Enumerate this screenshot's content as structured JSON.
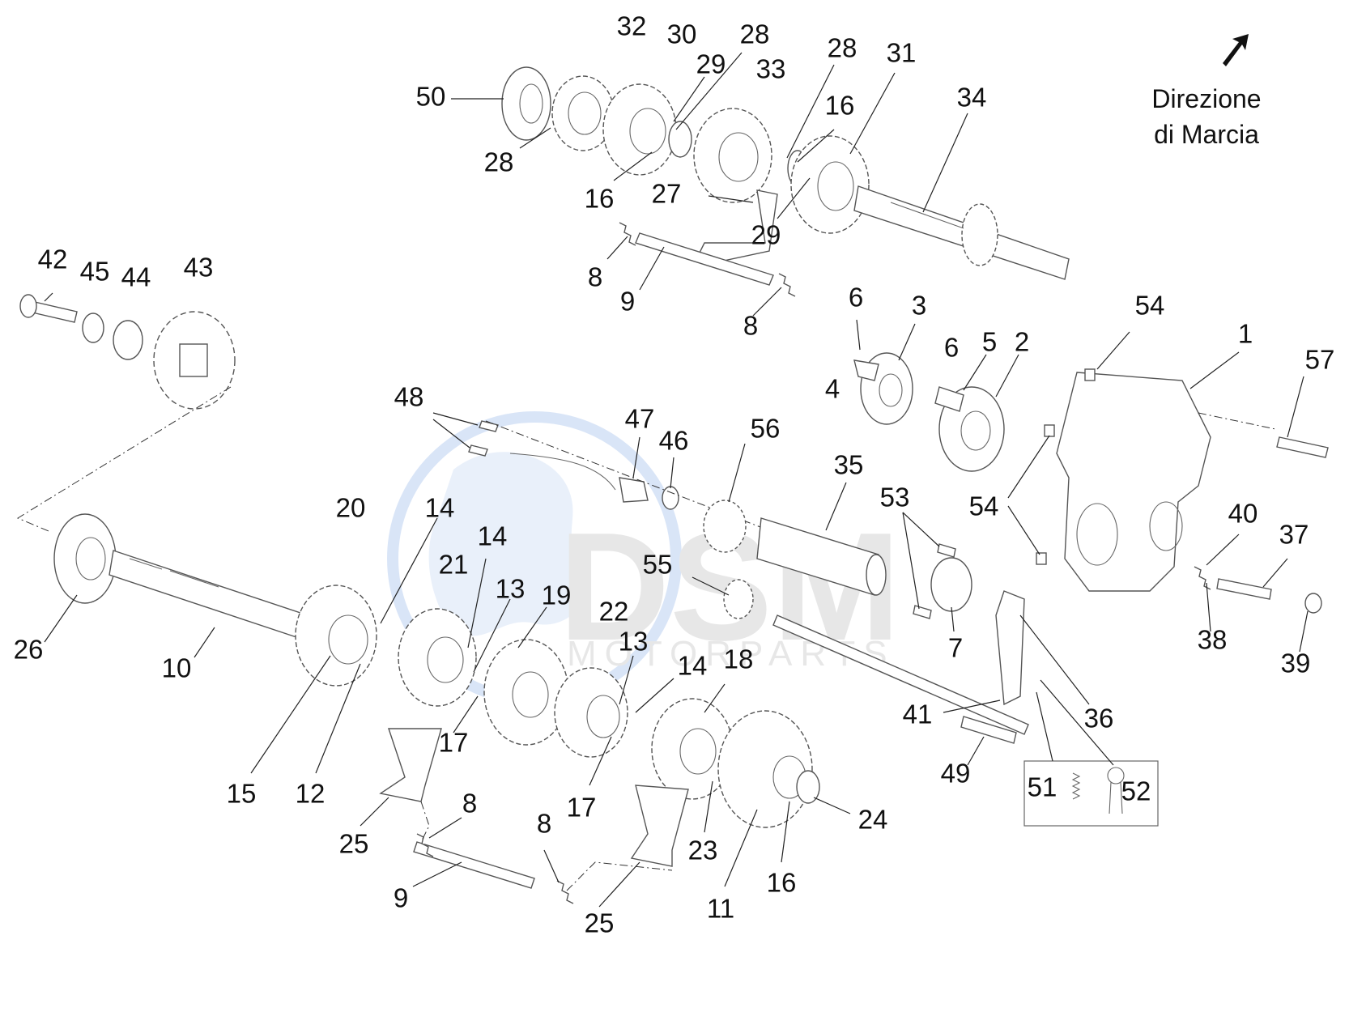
{
  "direction": {
    "line1": "Direzione",
    "line2": "di Marcia"
  },
  "watermark": {
    "logo": "DSM",
    "sub": "MOTORPARTS",
    "ring_color": "#3c78d8",
    "text_color": "#c8c8c8"
  },
  "callouts": [
    {
      "id": "c32",
      "text": "32"
    },
    {
      "id": "c30",
      "text": "30"
    },
    {
      "id": "c28a",
      "text": "28"
    },
    {
      "id": "c29a",
      "text": "29"
    },
    {
      "id": "c28b",
      "text": "28"
    },
    {
      "id": "c33",
      "text": "33"
    },
    {
      "id": "c31",
      "text": "31"
    },
    {
      "id": "c50",
      "text": "50"
    },
    {
      "id": "c16a",
      "text": "16"
    },
    {
      "id": "c34",
      "text": "34"
    },
    {
      "id": "c28c",
      "text": "28"
    },
    {
      "id": "c16b",
      "text": "16"
    },
    {
      "id": "c27",
      "text": "27"
    },
    {
      "id": "c29b",
      "text": "29"
    },
    {
      "id": "c8a",
      "text": "8"
    },
    {
      "id": "c9a",
      "text": "9"
    },
    {
      "id": "c8b",
      "text": "8"
    },
    {
      "id": "c42",
      "text": "42"
    },
    {
      "id": "c45",
      "text": "45"
    },
    {
      "id": "c44",
      "text": "44"
    },
    {
      "id": "c43",
      "text": "43"
    },
    {
      "id": "c6a",
      "text": "6"
    },
    {
      "id": "c3",
      "text": "3"
    },
    {
      "id": "c54a",
      "text": "54"
    },
    {
      "id": "c6b",
      "text": "6"
    },
    {
      "id": "c5",
      "text": "5"
    },
    {
      "id": "c2",
      "text": "2"
    },
    {
      "id": "c1",
      "text": "1"
    },
    {
      "id": "c57",
      "text": "57"
    },
    {
      "id": "c4",
      "text": "4"
    },
    {
      "id": "c48",
      "text": "48"
    },
    {
      "id": "c47",
      "text": "47"
    },
    {
      "id": "c46",
      "text": "46"
    },
    {
      "id": "c56",
      "text": "56"
    },
    {
      "id": "c35",
      "text": "35"
    },
    {
      "id": "c53",
      "text": "53"
    },
    {
      "id": "c54b",
      "text": "54"
    },
    {
      "id": "c40",
      "text": "40"
    },
    {
      "id": "c37",
      "text": "37"
    },
    {
      "id": "c20",
      "text": "20"
    },
    {
      "id": "c14a",
      "text": "14"
    },
    {
      "id": "c14b",
      "text": "14"
    },
    {
      "id": "c21",
      "text": "21"
    },
    {
      "id": "c13a",
      "text": "13"
    },
    {
      "id": "c19",
      "text": "19"
    },
    {
      "id": "c55",
      "text": "55"
    },
    {
      "id": "c22",
      "text": "22"
    },
    {
      "id": "c7",
      "text": "7"
    },
    {
      "id": "c38",
      "text": "38"
    },
    {
      "id": "c39",
      "text": "39"
    },
    {
      "id": "c26",
      "text": "26"
    },
    {
      "id": "c10",
      "text": "10"
    },
    {
      "id": "c13b",
      "text": "13"
    },
    {
      "id": "c14c",
      "text": "14"
    },
    {
      "id": "c18",
      "text": "18"
    },
    {
      "id": "c41",
      "text": "41"
    },
    {
      "id": "c36",
      "text": "36"
    },
    {
      "id": "c17a",
      "text": "17"
    },
    {
      "id": "c15",
      "text": "15"
    },
    {
      "id": "c12",
      "text": "12"
    },
    {
      "id": "c17b",
      "text": "17"
    },
    {
      "id": "c49",
      "text": "49"
    },
    {
      "id": "c51",
      "text": "51"
    },
    {
      "id": "c52",
      "text": "52"
    },
    {
      "id": "c8c",
      "text": "8"
    },
    {
      "id": "c8d",
      "text": "8"
    },
    {
      "id": "c24",
      "text": "24"
    },
    {
      "id": "c25a",
      "text": "25"
    },
    {
      "id": "c23",
      "text": "23"
    },
    {
      "id": "c9b",
      "text": "9"
    },
    {
      "id": "c16c",
      "text": "16"
    },
    {
      "id": "c11",
      "text": "11"
    },
    {
      "id": "c25b",
      "text": "25"
    }
  ]
}
